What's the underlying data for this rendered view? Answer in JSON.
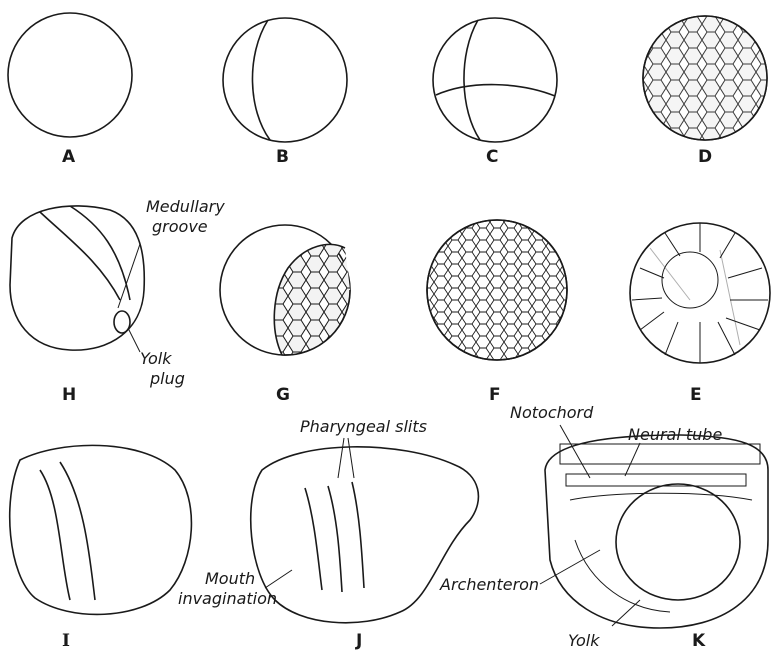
{
  "stages": [
    {
      "id": "A",
      "label": "A"
    },
    {
      "id": "B",
      "label": "B"
    },
    {
      "id": "C",
      "label": "C"
    },
    {
      "id": "D",
      "label": "D"
    },
    {
      "id": "E",
      "label": "E"
    },
    {
      "id": "F",
      "label": "F"
    },
    {
      "id": "G",
      "label": "G"
    },
    {
      "id": "H",
      "label": "H"
    },
    {
      "id": "I",
      "label": "I"
    },
    {
      "id": "J",
      "label": "J"
    },
    {
      "id": "K",
      "label": "K"
    }
  ],
  "annotations": {
    "medullary_groove_1": "Medullary",
    "medullary_groove_2": "groove",
    "yolk_plug_1": "Yolk",
    "yolk_plug_2": "plug",
    "pharyngeal_slits": "Pharyngeal slits",
    "mouth_invagination_1": "Mouth",
    "mouth_invagination_2": "invagination",
    "notochord": "Notochord",
    "neural_tube": "Neural tube",
    "archenteron": "Archenteron",
    "yolk": "Yolk"
  },
  "colors": {
    "ink": "#1a1a1a",
    "shade": "#bdbdbd",
    "paper": "#ffffff"
  }
}
